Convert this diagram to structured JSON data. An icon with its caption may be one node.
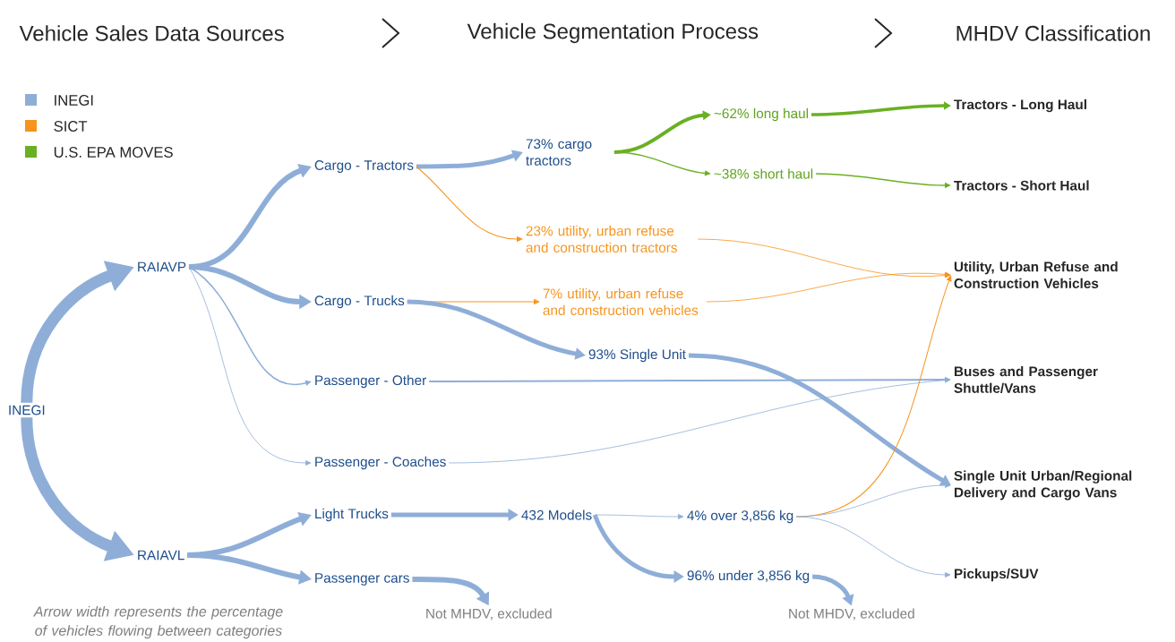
{
  "diagram": {
    "caption": "Arrow width represents the percentage of vehicles flowing between categories",
    "nodes": [
      {
        "text": [
          "INEGI"
        ]
      },
      {
        "text": [
          "RAIAVP"
        ]
      },
      {
        "text": [
          "RAIAVL"
        ]
      },
      {
        "text": [
          "Cargo - Tractors"
        ]
      },
      {
        "text": [
          "Cargo - Trucks"
        ]
      },
      {
        "text": [
          "Passenger - Other"
        ]
      },
      {
        "text": [
          "Passenger - Coaches"
        ]
      },
      {
        "text": [
          "Light Trucks"
        ]
      },
      {
        "text": [
          "Passenger cars"
        ]
      },
      {
        "text": [
          "73% cargo tractors"
        ]
      },
      {
        "text": [
          "23% utility, urban refuse and construction tractors"
        ]
      },
      {
        "text": [
          "7% utility, urban refuse and construction vehicles"
        ]
      },
      {
        "text": [
          "93% Single Unit"
        ]
      },
      {
        "text": [
          "432 Models"
        ]
      },
      {
        "text": [
          "Not MHDV, excluded"
        ]
      },
      {
        "text": [
          "~62% long haul"
        ]
      },
      {
        "text": [
          "~38% short haul"
        ]
      },
      {
        "text": [
          "4% over 3,856 kg"
        ]
      },
      {
        "text": [
          "96% under 3,856 kg"
        ]
      },
      {
        "text": [
          "Not MHDV, excluded"
        ]
      },
      {
        "text": [
          "Tractors - Long Haul"
        ]
      },
      {
        "text": [
          "Tractors - Short Haul"
        ]
      },
      {
        "text": [
          "Utility, Urban Refuse and Construction Vehicles"
        ]
      },
      {
        "text": [
          "Buses and Passenger Shuttle/Vans"
        ]
      },
      {
        "text": [
          "Single Unit Urban/Regional Delivery and Cargo Vans"
        ]
      },
      {
        "text": [
          "Pickups/SUV"
        ]
      }
    ],
    "edges": [
      {
        "from": 0,
        "to": 1,
        "arrow": "to",
        "style": "thick"
      },
      {
        "from": 0,
        "to": 2,
        "arrow": "to",
        "style": "thick"
      },
      {
        "from": 1,
        "to": 3,
        "arrow": "to"
      },
      {
        "from": 1,
        "to": 4,
        "arrow": "to"
      },
      {
        "from": 1,
        "to": 5,
        "arrow": "to"
      },
      {
        "from": 1,
        "to": 6,
        "arrow": "to"
      },
      {
        "from": 2,
        "to": 7,
        "arrow": "to"
      },
      {
        "from": 2,
        "to": 8,
        "arrow": "to"
      },
      {
        "from": 3,
        "to": 9,
        "arrow": "to"
      },
      {
        "from": 3,
        "to": 10,
        "arrow": "to",
        "color": "#f7941d"
      },
      {
        "from": 4,
        "to": 11,
        "arrow": "to",
        "color": "#f7941d"
      },
      {
        "from": 4,
        "to": 12,
        "arrow": "to"
      },
      {
        "from": 5,
        "to": 23,
        "arrow": "to"
      },
      {
        "from": 6,
        "to": 23,
        "arrow": "to"
      },
      {
        "from": 7,
        "to": 13,
        "arrow": "to"
      },
      {
        "from": 8,
        "to": 14,
        "arrow": "to"
      },
      {
        "from": 9,
        "to": 15,
        "arrow": "to",
        "color": "#6ab023"
      },
      {
        "from": 9,
        "to": 16,
        "arrow": "to",
        "color": "#6ab023"
      },
      {
        "from": 15,
        "to": 20,
        "arrow": "to",
        "color": "#6ab023"
      },
      {
        "from": 16,
        "to": 21,
        "arrow": "to",
        "color": "#6ab023"
      },
      {
        "from": 10,
        "to": 22,
        "arrow": "to",
        "color": "#f7941d"
      },
      {
        "from": 11,
        "to": 22,
        "arrow": "to",
        "color": "#f7941d"
      },
      {
        "from": 12,
        "to": 24,
        "arrow": "to"
      },
      {
        "from": 13,
        "to": 17,
        "arrow": "to"
      },
      {
        "from": 13,
        "to": 18,
        "arrow": "to"
      },
      {
        "from": 17,
        "to": 22,
        "arrow": "to",
        "color": "#f7941d"
      },
      {
        "from": 17,
        "to": 24,
        "arrow": "to"
      },
      {
        "from": 17,
        "to": 25,
        "arrow": "to"
      },
      {
        "from": 18,
        "to": 19,
        "arrow": "to"
      }
    ],
    "labels": [
      "Vehicle Sales Data Sources",
      "Vehicle Segmentation Process",
      "MHDV Classification"
    ],
    "legend": [
      {
        "text": "INEGI",
        "color": "#8eaed8"
      },
      {
        "text": "SICT",
        "color": "#f7941d"
      },
      {
        "text": "U.S. EPA MOVES",
        "color": "#6ab023"
      }
    ]
  }
}
